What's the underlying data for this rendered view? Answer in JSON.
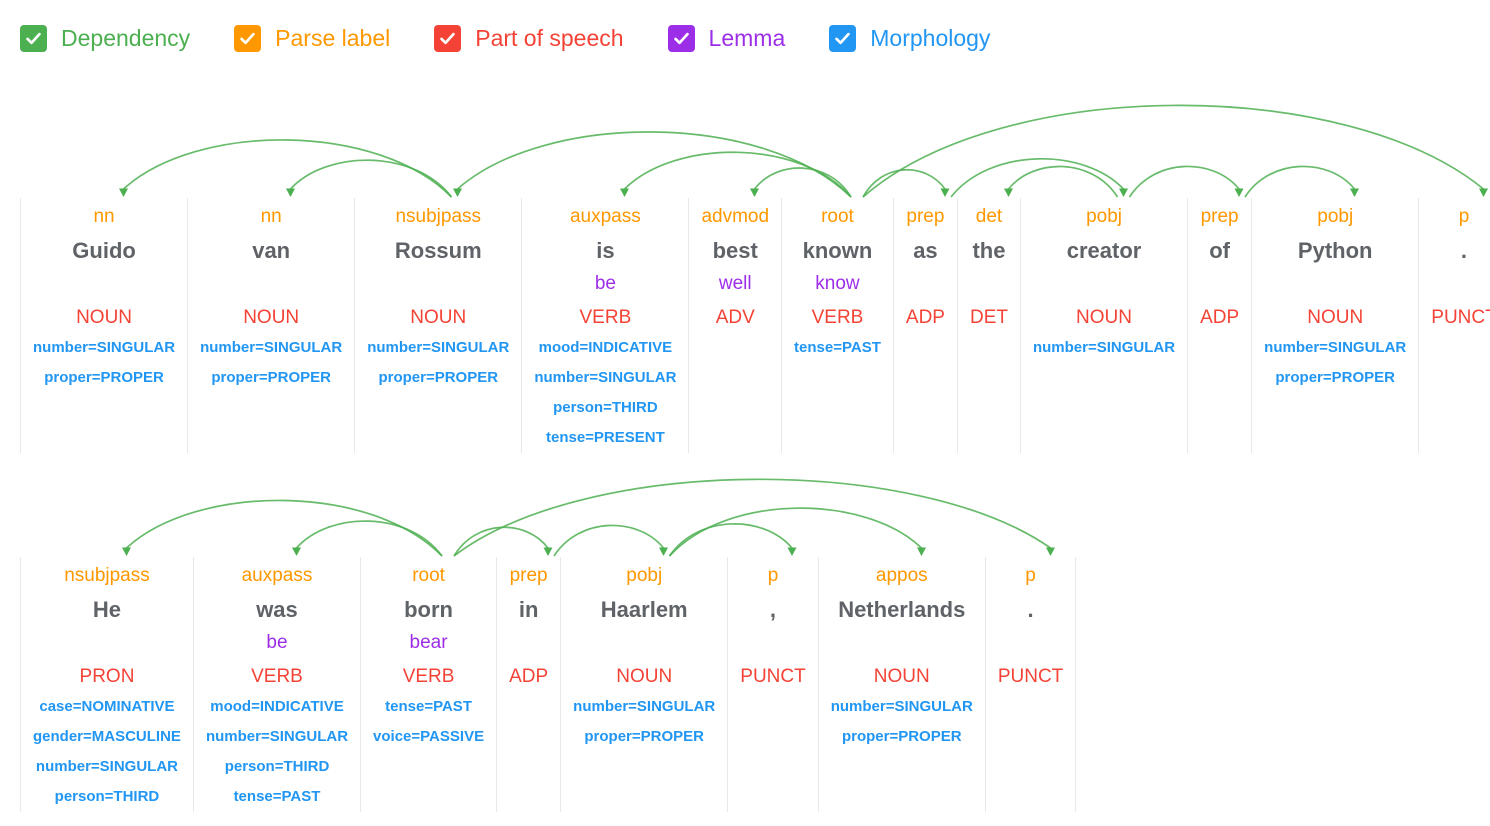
{
  "controls": {
    "items": [
      {
        "label": "Dependency",
        "color": "#4caf50",
        "checked": true
      },
      {
        "label": "Parse label",
        "color": "#ff9800",
        "checked": true
      },
      {
        "label": "Part of speech",
        "color": "#f44336",
        "checked": true
      },
      {
        "label": "Lemma",
        "color": "#9d2ee8",
        "checked": true
      },
      {
        "label": "Morphology",
        "color": "#2196f3",
        "checked": true
      }
    ]
  },
  "arc_color": "#4caf50",
  "sentences": [
    {
      "tokens": [
        {
          "label": "nn",
          "word": "Guido",
          "lemma": "",
          "pos": "NOUN",
          "morph": [
            "number=SINGULAR",
            "proper=PROPER"
          ]
        },
        {
          "label": "nn",
          "word": "van",
          "lemma": "",
          "pos": "NOUN",
          "morph": [
            "number=SINGULAR",
            "proper=PROPER"
          ]
        },
        {
          "label": "nsubjpass",
          "word": "Rossum",
          "lemma": "",
          "pos": "NOUN",
          "morph": [
            "number=SINGULAR",
            "proper=PROPER"
          ]
        },
        {
          "label": "auxpass",
          "word": "is",
          "lemma": "be",
          "pos": "VERB",
          "morph": [
            "mood=INDICATIVE",
            "number=SINGULAR",
            "person=THIRD",
            "tense=PRESENT"
          ]
        },
        {
          "label": "advmod",
          "word": "best",
          "lemma": "well",
          "pos": "ADV",
          "morph": []
        },
        {
          "label": "root",
          "word": "known",
          "lemma": "know",
          "pos": "VERB",
          "morph": [
            "tense=PAST"
          ]
        },
        {
          "label": "prep",
          "word": "as",
          "lemma": "",
          "pos": "ADP",
          "morph": []
        },
        {
          "label": "det",
          "word": "the",
          "lemma": "",
          "pos": "DET",
          "morph": []
        },
        {
          "label": "pobj",
          "word": "creator",
          "lemma": "",
          "pos": "NOUN",
          "morph": [
            "number=SINGULAR"
          ]
        },
        {
          "label": "prep",
          "word": "of",
          "lemma": "",
          "pos": "ADP",
          "morph": []
        },
        {
          "label": "pobj",
          "word": "Python",
          "lemma": "",
          "pos": "NOUN",
          "morph": [
            "number=SINGULAR",
            "proper=PROPER"
          ]
        },
        {
          "label": "p",
          "word": ".",
          "lemma": "",
          "pos": "PUNCT",
          "morph": []
        }
      ],
      "edges": [
        {
          "head": 2,
          "dep": 0
        },
        {
          "head": 2,
          "dep": 1
        },
        {
          "head": 5,
          "dep": 2
        },
        {
          "head": 5,
          "dep": 3
        },
        {
          "head": 5,
          "dep": 4
        },
        {
          "head": 5,
          "dep": 6
        },
        {
          "head": 8,
          "dep": 7
        },
        {
          "head": 6,
          "dep": 8
        },
        {
          "head": 8,
          "dep": 9
        },
        {
          "head": 9,
          "dep": 10
        },
        {
          "head": 5,
          "dep": 11
        }
      ]
    },
    {
      "tokens": [
        {
          "label": "nsubjpass",
          "word": "He",
          "lemma": "",
          "pos": "PRON",
          "morph": [
            "case=NOMINATIVE",
            "gender=MASCULINE",
            "number=SINGULAR",
            "person=THIRD"
          ]
        },
        {
          "label": "auxpass",
          "word": "was",
          "lemma": "be",
          "pos": "VERB",
          "morph": [
            "mood=INDICATIVE",
            "number=SINGULAR",
            "person=THIRD",
            "tense=PAST"
          ]
        },
        {
          "label": "root",
          "word": "born",
          "lemma": "bear",
          "pos": "VERB",
          "morph": [
            "tense=PAST",
            "voice=PASSIVE"
          ]
        },
        {
          "label": "prep",
          "word": "in",
          "lemma": "",
          "pos": "ADP",
          "morph": []
        },
        {
          "label": "pobj",
          "word": "Haarlem",
          "lemma": "",
          "pos": "NOUN",
          "morph": [
            "number=SINGULAR",
            "proper=PROPER"
          ]
        },
        {
          "label": "p",
          "word": ",",
          "lemma": "",
          "pos": "PUNCT",
          "morph": []
        },
        {
          "label": "appos",
          "word": "Netherlands",
          "lemma": "",
          "pos": "NOUN",
          "morph": [
            "number=SINGULAR",
            "proper=PROPER"
          ]
        },
        {
          "label": "p",
          "word": ".",
          "lemma": "",
          "pos": "PUNCT",
          "morph": []
        }
      ],
      "edges": [
        {
          "head": 2,
          "dep": 0
        },
        {
          "head": 2,
          "dep": 1
        },
        {
          "head": 2,
          "dep": 3
        },
        {
          "head": 3,
          "dep": 4
        },
        {
          "head": 4,
          "dep": 5
        },
        {
          "head": 4,
          "dep": 6
        },
        {
          "head": 2,
          "dep": 7
        }
      ]
    }
  ]
}
